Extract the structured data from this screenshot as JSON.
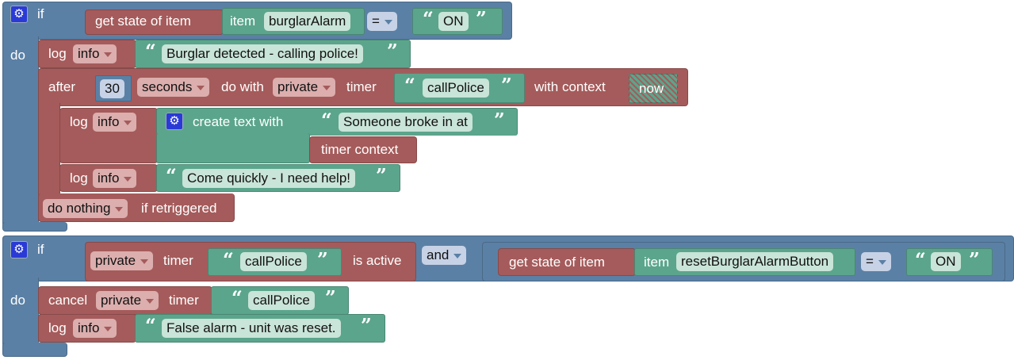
{
  "colors": {
    "logic": "#5b80a5",
    "items": "#a55b5b",
    "text": "#5ba58c"
  },
  "rule1": {
    "if": "if",
    "do": "do",
    "gear_icon": "gear-icon",
    "get_state": "get state of item",
    "item": "item",
    "item_name": "burglarAlarm",
    "op": "=",
    "value": "ON",
    "log1": {
      "log": "log",
      "level": "info",
      "text": "Burglar detected - calling police!"
    },
    "after": {
      "after": "after",
      "amount": "30",
      "unit": "seconds",
      "do_with": "do with",
      "scope": "private",
      "timer": "timer",
      "name": "callPolice",
      "with_context": "with context",
      "context": "now"
    },
    "log2": {
      "log": "log",
      "level": "info",
      "create_text": "create text with",
      "text": "Someone broke in at",
      "timer_context": "timer context"
    },
    "log3": {
      "log": "log",
      "level": "info",
      "text": "Come quickly - I need help!"
    },
    "retrigger": {
      "option": "do nothing",
      "suffix": "if retriggered"
    }
  },
  "rule2": {
    "if": "if",
    "do": "do",
    "scope": "private",
    "timer": "timer",
    "name": "callPolice",
    "is_active": "is active",
    "and": "and",
    "get_state": "get state of item",
    "item": "item",
    "item_name": "resetBurglarAlarmButton",
    "op": "=",
    "value": "ON",
    "cancel": {
      "cancel": "cancel",
      "scope": "private",
      "timer": "timer",
      "name": "callPolice"
    },
    "log": {
      "log": "log",
      "level": "info",
      "text": "False alarm - unit was reset."
    }
  }
}
